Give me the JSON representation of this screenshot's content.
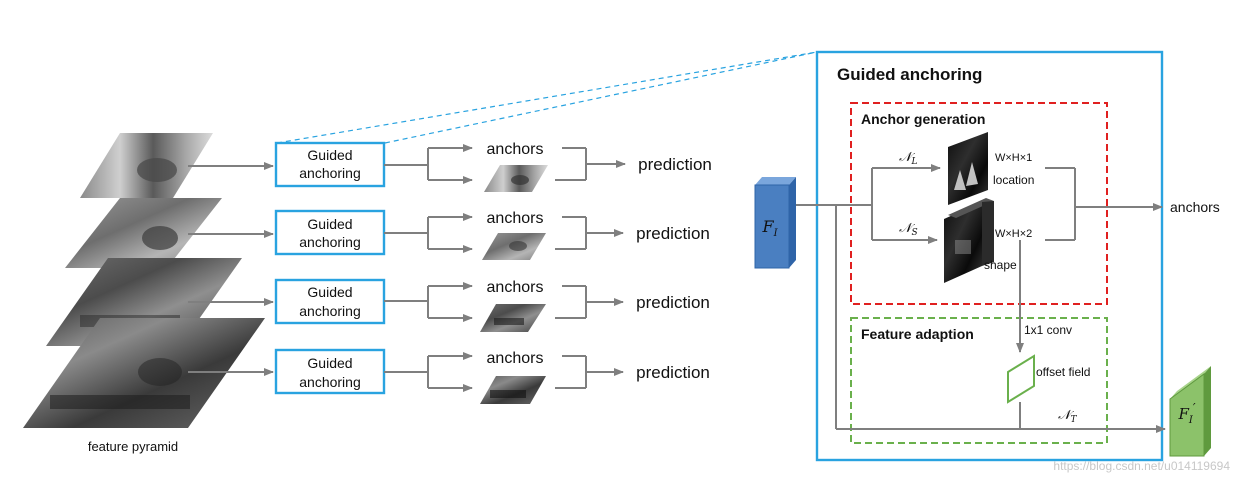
{
  "left_panel": {
    "pyramid_label": "feature pyramid",
    "levels": [
      {
        "module_line1": "Guided",
        "module_line2": "anchoring",
        "anchors": "anchors",
        "prediction": "prediction"
      },
      {
        "module_line1": "Guided",
        "module_line2": "anchoring",
        "anchors": "anchors",
        "prediction": "prediction"
      },
      {
        "module_line1": "Guided",
        "module_line2": "anchoring",
        "anchors": "anchors",
        "prediction": "prediction"
      },
      {
        "module_line1": "Guided",
        "module_line2": "anchoring",
        "anchors": "anchors",
        "prediction": "prediction"
      }
    ]
  },
  "detail": {
    "title": "Guided anchoring",
    "input_label": "F_I",
    "anchor_generation": {
      "title": "Anchor generation",
      "location_branch": "N_L",
      "location_dims": "W×H×1",
      "location_label": "location",
      "shape_branch": "N_S",
      "shape_dims": "W×H×2",
      "shape_label": "shape"
    },
    "feature_adaption": {
      "title": "Feature adaption",
      "conv_label": "1x1 conv",
      "offset_label": "offset field",
      "transform_label": "N_T"
    },
    "anchors_output": "anchors",
    "output_label": "F_I'"
  },
  "watermark": "https://blog.csdn.net/u014119694",
  "colors": {
    "module_border": "#29a3e0",
    "anchor_generation_border": "#e02020",
    "feature_adaption_border": "#6ab04c",
    "input_feature": "#4a7fc1",
    "output_feature": "#8cc26a",
    "arrow": "#7f7f7f"
  }
}
